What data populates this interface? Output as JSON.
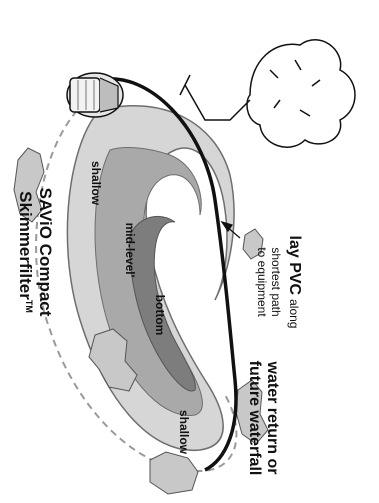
{
  "labels": {
    "product_line1": "SAViO Compact",
    "product_line2": "Skimmerfilter",
    "product_tm": "TM",
    "pvc_bold": "lay PVC",
    "pvc_along": "along",
    "pvc_line2": "shortest path",
    "pvc_line3": "to equipment",
    "return_line1": "water return or",
    "return_line2": "future waterfall",
    "zone_shallow_top": "shallow",
    "zone_mid_level": "mid-level'",
    "zone_bottom": "bottom",
    "zone_shallow_bottom": "shallow"
  },
  "colors": {
    "ink": "#111111",
    "pond_rim": "#6e6e6e",
    "pond_shallow": "#d6d6d6",
    "pond_mid": "#a9a9a9",
    "pond_bottom": "#7d7d7d",
    "rock_fill": "#c8c8c8",
    "dashed_edge": "#9a9a9a",
    "background": "#ffffff"
  },
  "icons": [
    "skimmer-icon",
    "tree-icon",
    "arrow-icon",
    "rock-icon"
  ]
}
